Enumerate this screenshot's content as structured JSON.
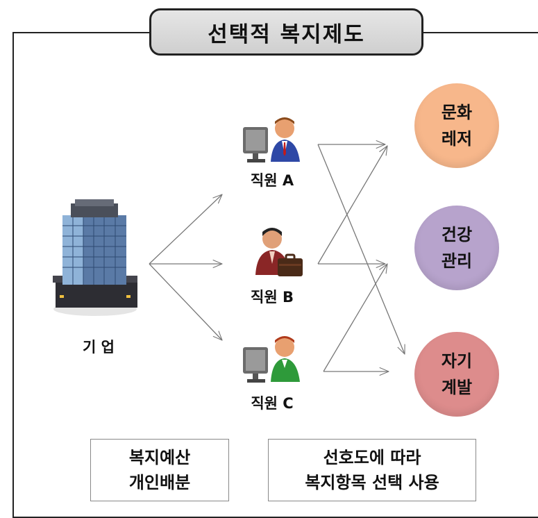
{
  "title": "선택적 복지제도",
  "company": {
    "label": "기 업",
    "icon": "office-building-icon"
  },
  "employees": [
    {
      "label": "직원 A",
      "icon": "employee-computer-icon"
    },
    {
      "label": "직원 B",
      "icon": "employee-briefcase-icon"
    },
    {
      "label": "직원 C",
      "icon": "employee-computer-icon"
    }
  ],
  "welfare_items": [
    {
      "line1": "문화",
      "line2": "레저",
      "color": "#f7b78b"
    },
    {
      "line1": "건강",
      "line2": "관리",
      "color": "#b7a3cc"
    },
    {
      "line1": "자기",
      "line2": "계발",
      "color": "#dd8c8c"
    }
  ],
  "notes": {
    "left": {
      "line1": "복지예산",
      "line2": "개인배분"
    },
    "right": {
      "line1": "선호도에 따라",
      "line2": "복지항목 선택 사용"
    }
  }
}
